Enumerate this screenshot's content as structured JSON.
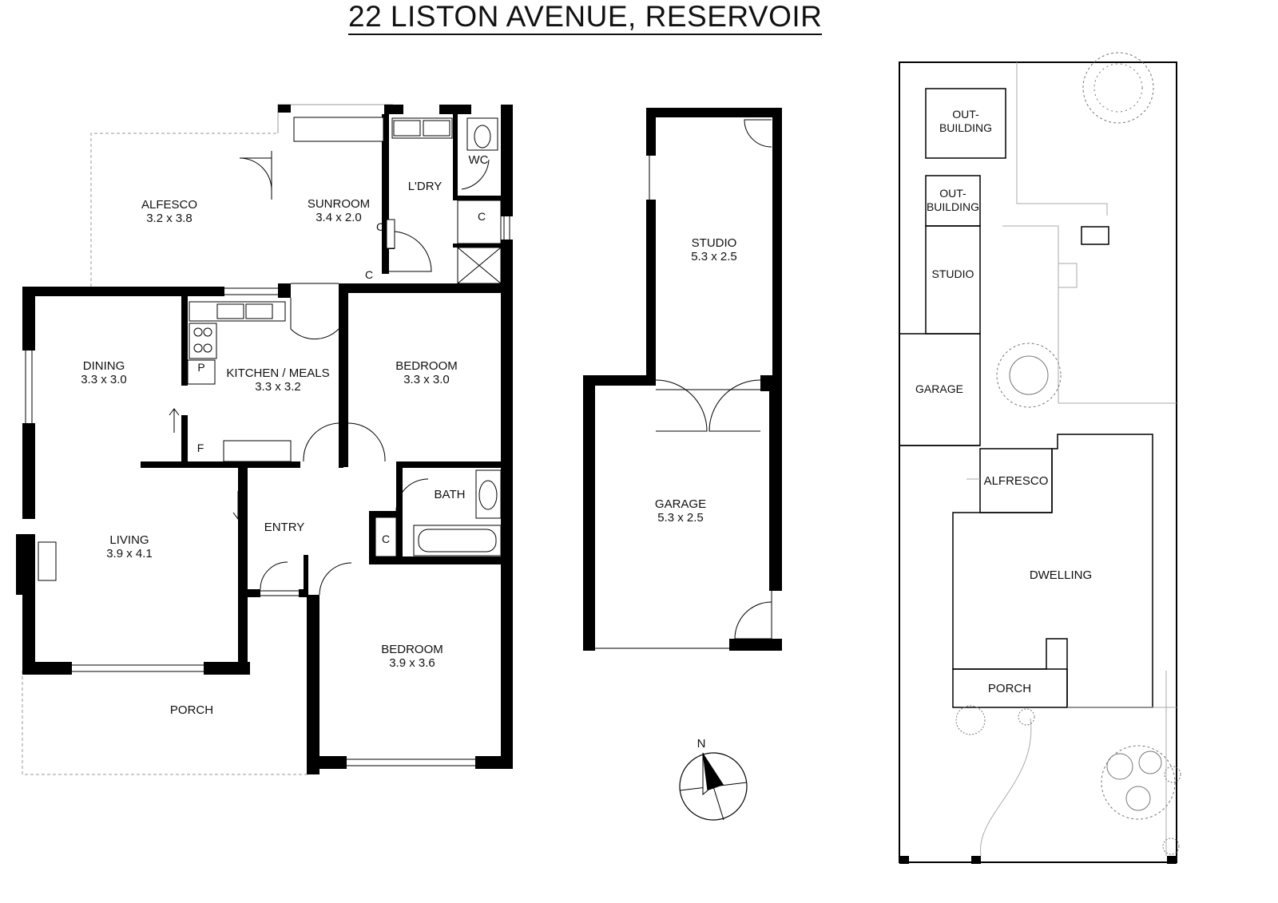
{
  "title": "22 LISTON AVENUE, RESERVOIR",
  "ground_floor": {
    "alfesco": {
      "name": "ALFESCO",
      "dim": "3.2 x 3.8"
    },
    "sunroom": {
      "name": "SUNROOM",
      "dim": "3.4 x 2.0"
    },
    "laundry": {
      "name": "L'DRY"
    },
    "wc": {
      "name": "WC"
    },
    "dining": {
      "name": "DINING",
      "dim": "3.3 x 3.0"
    },
    "kitchen": {
      "name": "KITCHEN / MEALS",
      "dim": "3.3 x 3.2"
    },
    "bedroom1": {
      "name": "BEDROOM",
      "dim": "3.3 x 3.0"
    },
    "bath": {
      "name": "BATH"
    },
    "living": {
      "name": "LIVING",
      "dim": "3.9 x 4.1"
    },
    "entry": {
      "name": "ENTRY"
    },
    "bedroom2": {
      "name": "BEDROOM",
      "dim": "3.9 x 3.6"
    },
    "porch": {
      "name": "PORCH"
    },
    "closet": "C",
    "pantry": "P",
    "fridge": "F"
  },
  "outbuilding": {
    "studio": {
      "name": "STUDIO",
      "dim": "5.3 x 2.5"
    },
    "garage": {
      "name": "GARAGE",
      "dim": "5.3 x 2.5"
    }
  },
  "compass": {
    "label": "N"
  },
  "site_plan": {
    "outbuilding1": [
      "OUT-",
      "BUILDING"
    ],
    "outbuilding2": [
      "OUT-",
      "BUILDING"
    ],
    "studio": "STUDIO",
    "garage": "GARAGE",
    "alfresco": "ALFRESCO",
    "dwelling": "DWELLING",
    "porch": "PORCH"
  }
}
